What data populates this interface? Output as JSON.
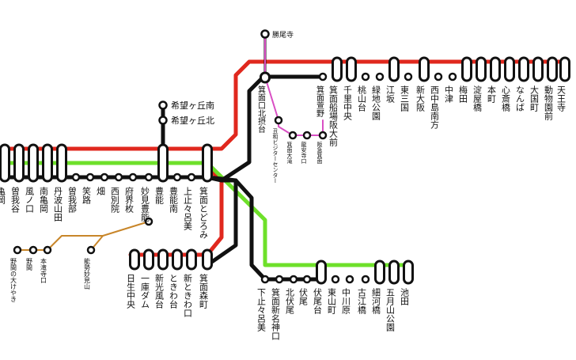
{
  "colors": {
    "red": "#e0281e",
    "green": "#6ee02a",
    "black": "#111111",
    "pink": "#d94fc4",
    "orange": "#c8862a"
  },
  "stations": {
    "kameoka": "亀岡",
    "kameoka_sogabe": "曽我谷",
    "kazenokuchi": "風ノ口",
    "minami_kameoka": "南亀岡",
    "tanba_yamada": "丹波山田",
    "sogabe": "曽我部",
    "kasamichi": "笑路",
    "hata": "畑",
    "nishibetsuin": "西別院",
    "fushimakizaka": "府界枚",
    "toyono": "豊能",
    "myoken": "妙見豊能",
    "toyono_minami": "豊能南",
    "kamitodoromi": "上止々呂美",
    "mino_todoromi": "箕面とどろみ",
    "kibougaoka_minami": "希望ヶ丘南",
    "kibougaoka_kita": "希望ヶ丘北",
    "katsuoji": "勝尾寺",
    "mino_kita": "箕面口北摂台",
    "kaname": "丑和ビジターセンター",
    "mino_ootaki": "箕面大滝",
    "gasa": "龍安寺口",
    "hankyu_mino": "阪急箕面",
    "mino_senba": "箕面萱野",
    "mino_funaba": "箕面船場阪大前",
    "senri_chuo": "千里中央",
    "momoyamadai": "桃山台",
    "ryokuchi_koen": "緑地公園",
    "esaka": "江坂",
    "higashi_mikuni": "東三国",
    "shin_osaka": "新大阪",
    "nishinakajima": "西中島南方",
    "nakatsu": "中津",
    "umeda": "梅田",
    "yodoyabashi": "淀屋橋",
    "honmachi": "本町",
    "shinsaibashi": "心斎橋",
    "namba": "なんば",
    "daikokucho": "大国町",
    "dobutsuen_mae": "動物園前",
    "tennoji": "天王寺",
    "nose_ookiyaki": "野間の大けやき",
    "noma": "野間",
    "motomitsuji": "本滝寺口",
    "nose_myokensan": "能勢妙見山",
    "hiyoshi_chuo": "日生中央",
    "ichiko_dam": "一庫ダム",
    "shinko_fudai": "新光風台",
    "tokiwadai": "ときわ台",
    "shin_tokiwaguchi": "新ときわ口",
    "mino_morimachi": "箕面森町",
    "shimo_todoromi": "下止々呂美",
    "mino_shin_meishin": "箕面新名神口",
    "kitafushio": "北伏尾",
    "fushio": "伏尾",
    "fushiodai": "伏尾台",
    "higashiyama": "東山町",
    "nakagawara": "中川原",
    "furuebashi": "古江橋",
    "hosogo": "細河橋",
    "satsukiyama": "五月山公園",
    "ikeda": "池田"
  }
}
